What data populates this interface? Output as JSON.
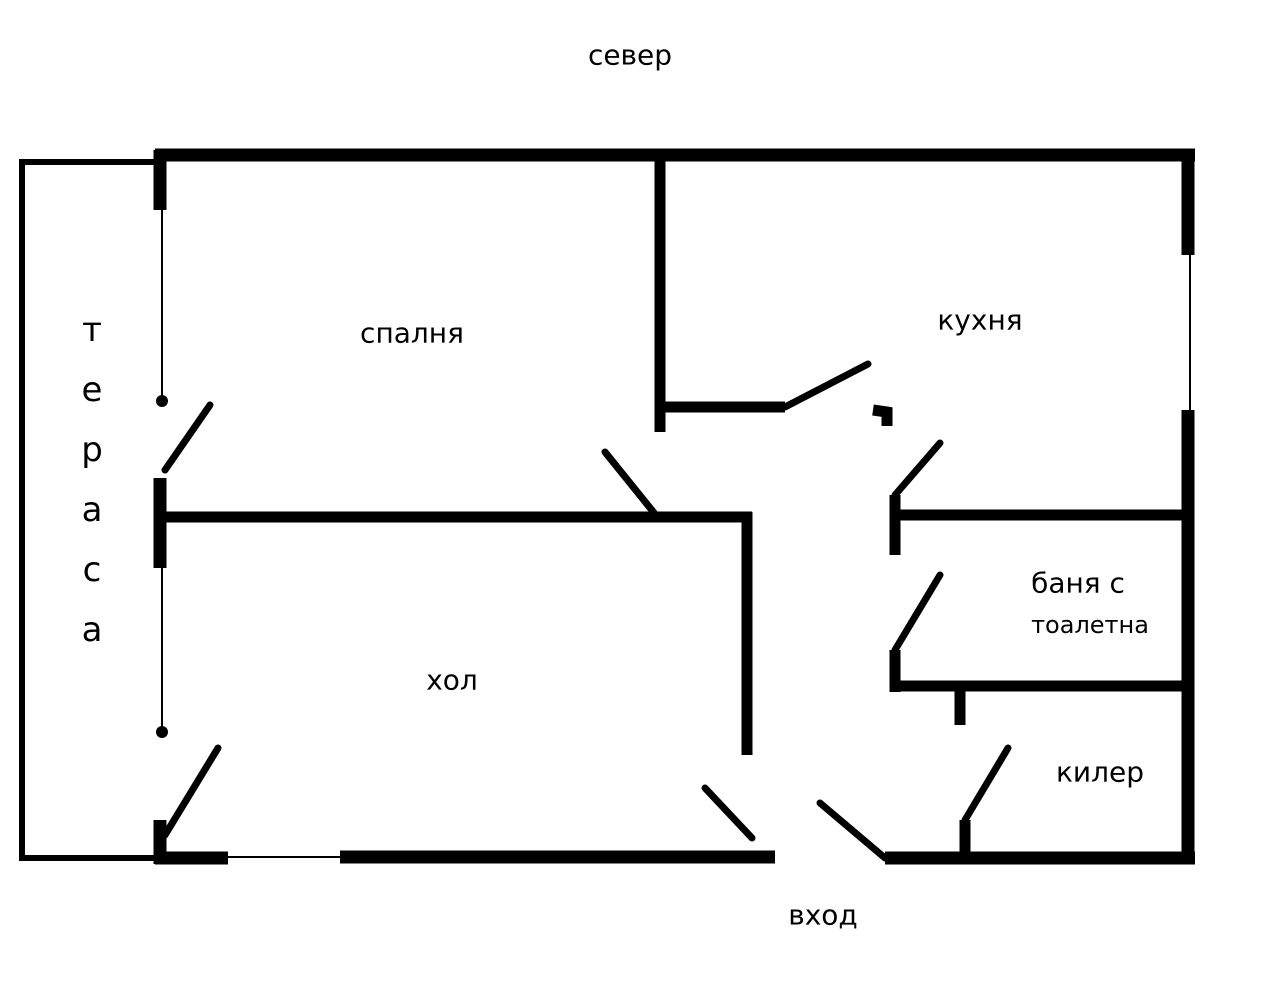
{
  "title": "Floor plan",
  "compass": "север",
  "rooms": {
    "bedroom": "спалня",
    "kitchen": "кухня",
    "terrace": "тераса",
    "hall": "хол",
    "bathroom_line1": "баня с",
    "bathroom_line2": "тоалетна",
    "pantry": "килер",
    "entrance": "вход"
  }
}
